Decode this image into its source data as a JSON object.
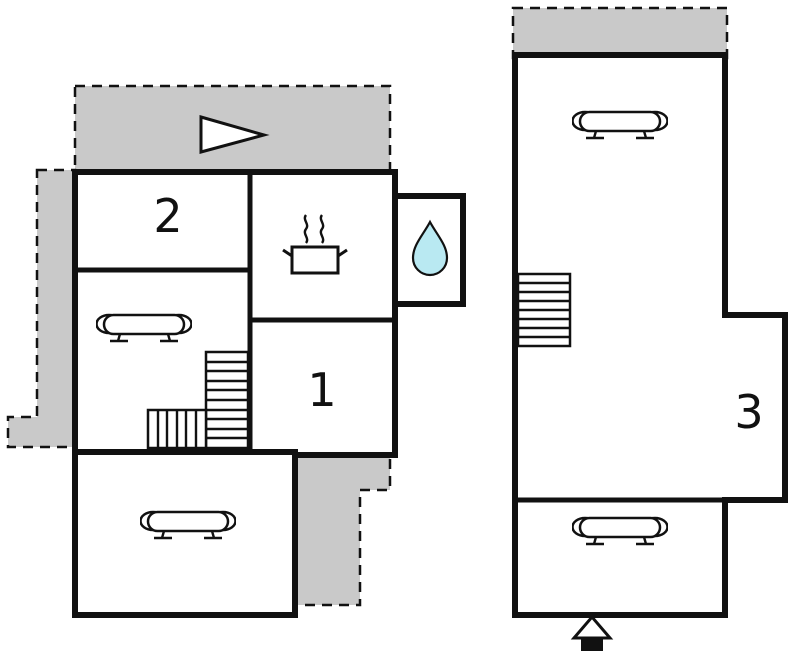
{
  "colors": {
    "wall": "#111111",
    "terrace_fill": "#c9c9c9",
    "water_fill": "#b9e9f2",
    "label": "#111111"
  },
  "plan": {
    "left_unit": {
      "rooms": {
        "room2": "2",
        "room1": "1"
      },
      "icons": [
        "flag-icon",
        "sofa-icon",
        "stairs-icon",
        "stove-icon",
        "water-drop-icon"
      ]
    },
    "right_unit": {
      "rooms": {
        "room3": "3"
      },
      "icons": [
        "sofa-icon",
        "stairs-icon",
        "entrance-icon"
      ]
    }
  }
}
